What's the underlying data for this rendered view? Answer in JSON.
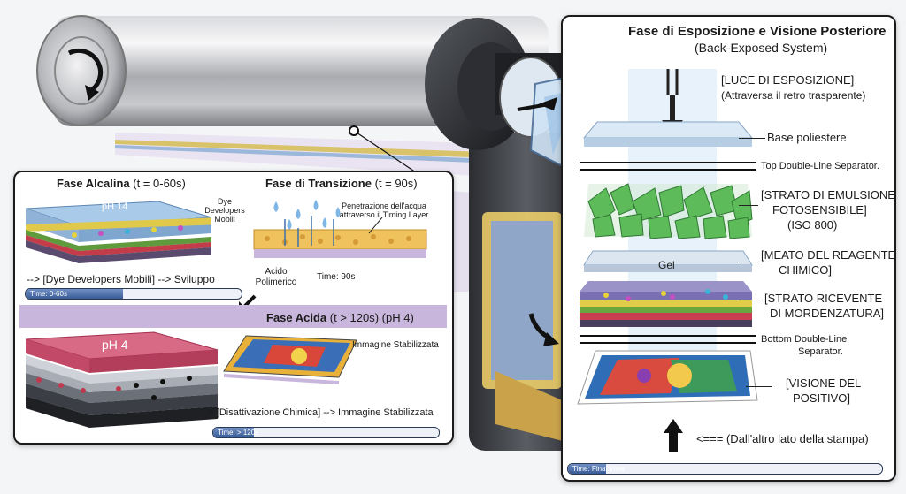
{
  "alkaline": {
    "title": "Fase Alcalina",
    "title_suffix": "(t = 0-60s)",
    "ph": "pH 14",
    "dye_label": "Dye Developers Mobili",
    "flow": "--> [Dye Developers Mobili] --> Sviluppo",
    "time": "Time: 0-60s",
    "time_progress": 0.45
  },
  "transition": {
    "title": "Fase di Transizione",
    "title_suffix": "(t = 90s)",
    "water_label": "Penetrazione dell'acqua attraverso il Timing Layer",
    "acid_label": "Acido Polimerico",
    "time": "Time: 90s"
  },
  "acid": {
    "title": "Fase Acida",
    "title_suffix": "(t > 120s) (pH 4)",
    "ph": "pH 4",
    "image_label": "Immagine Stabilizzata",
    "flow": "--> [Disattivazione Chimica] --> Immagine Stabilizzata",
    "time": "Time: > 120s",
    "time_progress": 0.18
  },
  "right_panel": {
    "title": "Fase di Esposizione e Visione Posteriore",
    "subtitle": "(Back-Exposed System)",
    "light_label": "[LUCE DI ESPOSIZIONE]",
    "light_sub": "(Attraversa il retro trasparente)",
    "base_label": "Base poliestere",
    "top_sep": "Top Double-Line Separator.",
    "emulsion_label_1": "[STRATO DI EMULSIONE",
    "emulsion_label_2": "FOTOSENSIBILE]",
    "emulsion_label_3": "(ISO 800)",
    "gel": "Gel",
    "reagent_label_1": "[MEATO DEL REAGENTE",
    "reagent_label_2": "CHIMICO]",
    "receiving_label_1": "[STRATO RICEVENTE",
    "receiving_label_2": "DI MORDENZATURA]",
    "bottom_sep_1": "Bottom Double-Line",
    "bottom_sep_2": "Separator.",
    "positive_label_1": "[VISIONE DEL",
    "positive_label_2": "POSITIVO]",
    "view_label": "<=== (Dall'altro lato della stampa)",
    "time": "Time: Final View",
    "time_progress": 0.12
  },
  "colors": {
    "panel_border": "#1b1b1b",
    "time_fill": "#3a5c96",
    "acid_band": "#c9b6dc",
    "alkaline_top": "#8fb8e0",
    "acid_top": "#d23a5a"
  }
}
